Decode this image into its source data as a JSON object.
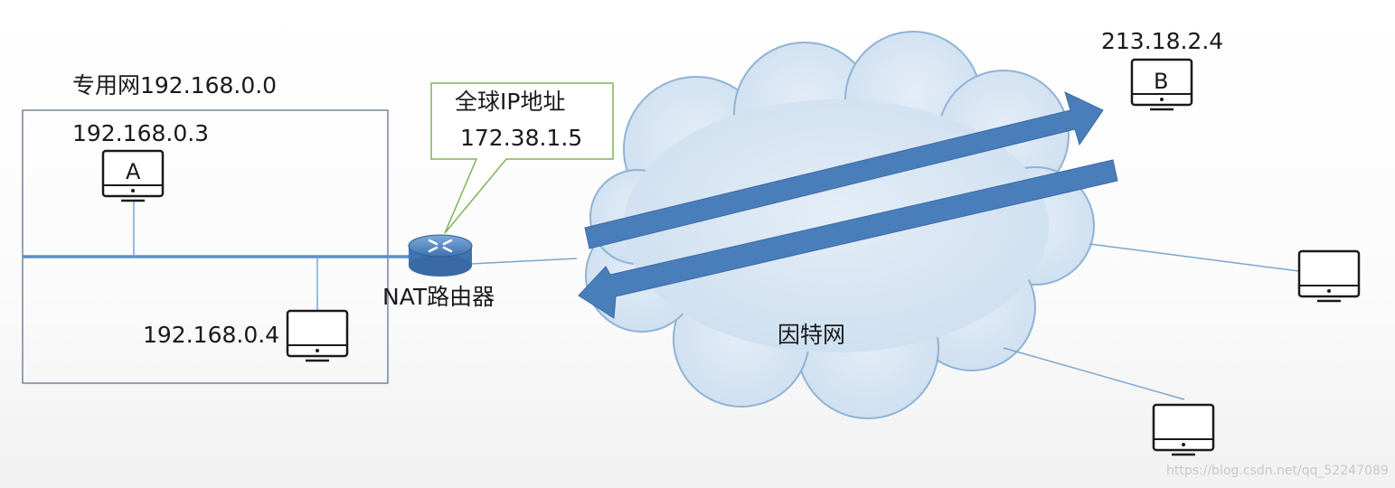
{
  "private_network": {
    "label": "专用网192.168.0.0",
    "host_a": {
      "ip": "192.168.0.3",
      "tag": "A",
      "icon": "monitor-icon"
    },
    "host_2": {
      "ip": "192.168.0.4",
      "icon": "monitor-icon"
    }
  },
  "router": {
    "label": "NAT路由器",
    "icon": "router-icon",
    "callout": {
      "line1": "全球IP地址",
      "line2": "172.38.1.5",
      "border_color": "#7eb356"
    }
  },
  "internet": {
    "label": "因特网",
    "cloud_fill": "#d6e4f2",
    "cloud_stroke": "#8fb3d5"
  },
  "remote_host_b": {
    "ip": "213.18.2.4",
    "tag": "B",
    "icon": "monitor-icon"
  },
  "other_hosts": [
    {
      "icon": "monitor-icon"
    },
    {
      "icon": "monitor-icon"
    }
  ],
  "arrows": {
    "color": "#4a7ebb",
    "outbound": "to-host-b",
    "inbound": "to-router"
  },
  "watermark": "https://blog.csdn.net/qq_52247089",
  "colors": {
    "link": "#5b8fc7",
    "box_border": "#4f6a8a",
    "device_stroke": "#1a1a1a"
  }
}
